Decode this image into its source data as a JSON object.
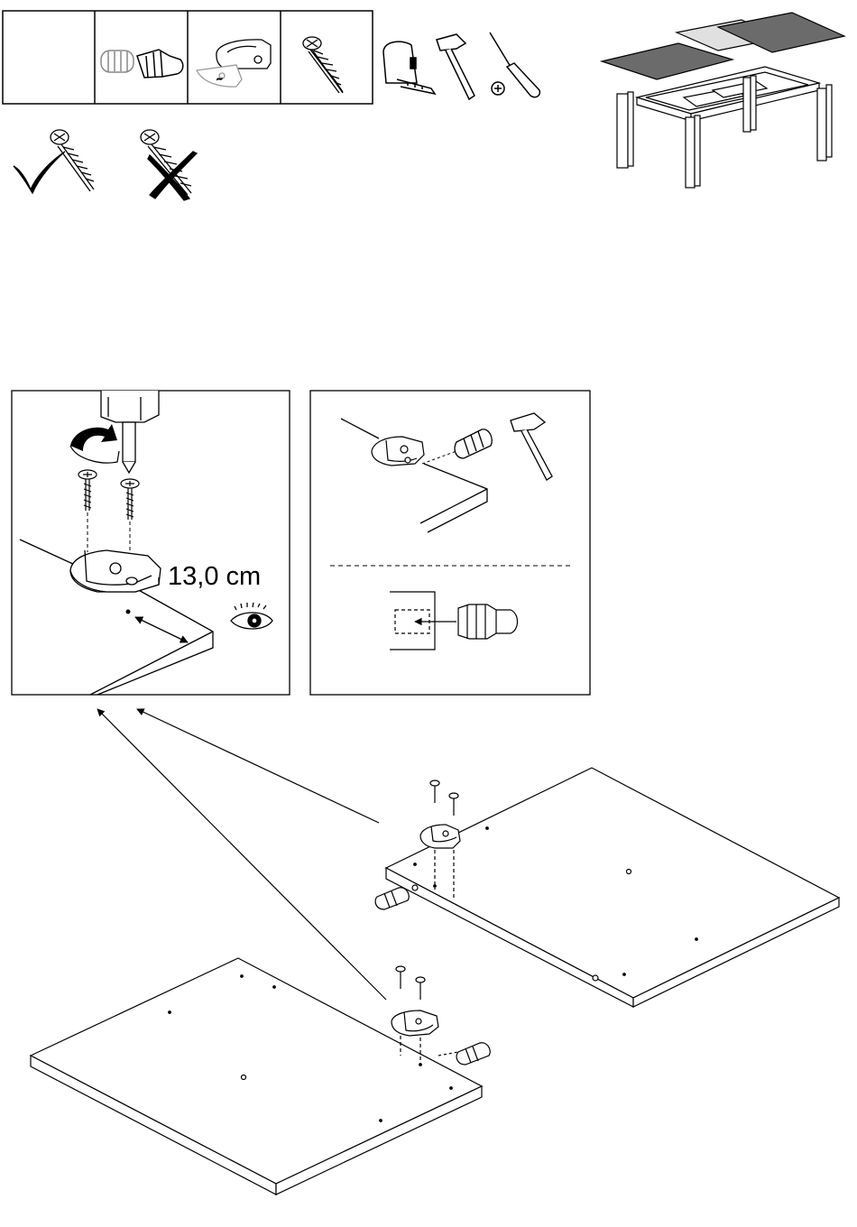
{
  "instruction_page": {
    "measurement_label": "13,0 cm",
    "parts_table": {
      "cells": [
        {
          "icon": "blank-cell-icon"
        },
        {
          "icon": "wooden-dowel-icon"
        },
        {
          "icon": "cam-lock-fitting-icon"
        },
        {
          "icon": "wood-screw-icon"
        }
      ]
    },
    "tools": [
      "tape-measure-icon",
      "hammer-icon",
      "phillips-screwdriver-icon"
    ],
    "screw_check": [
      {
        "icon": "check-mark-icon",
        "meaning": "correct"
      },
      {
        "icon": "cross-mark-icon",
        "meaning": "incorrect"
      }
    ],
    "colors": {
      "line": "#000000",
      "panel_gray": "#6b6b6b",
      "light_gray": "#bdbdbd"
    }
  }
}
